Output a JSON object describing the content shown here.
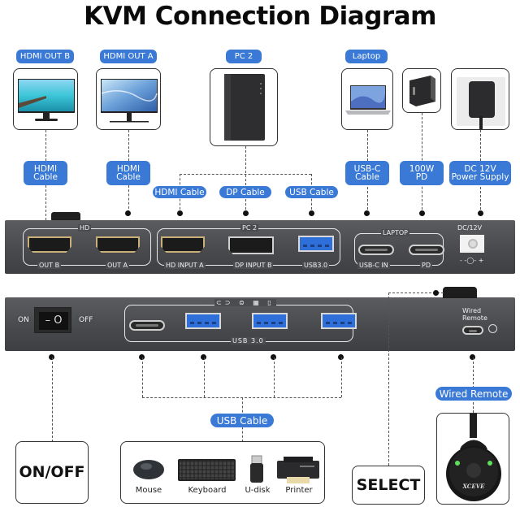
{
  "title": "KVM Connection Diagram",
  "colors": {
    "accent": "#3a7ad6",
    "panel": "#4b4c50",
    "usb_blue": "#2f6fd9",
    "led_green": "#5ee05a"
  },
  "top_devices": [
    {
      "label": "HDMI OUT B",
      "icon": "monitor-icon",
      "cable": "HDMI\nCable"
    },
    {
      "label": "HDMI OUT A",
      "icon": "monitor-icon",
      "cable": "HDMI\nCable"
    },
    {
      "label": "PC 2",
      "icon": "desktop-tower-icon",
      "cables": [
        "HDMI Cable",
        "DP Cable",
        "USB Cable"
      ]
    },
    {
      "label": "Laptop",
      "icon": "laptop-icon",
      "cable": "USB-C\nCable"
    },
    {
      "label": "",
      "icon": "charger-icon",
      "cable": "100W\nPD"
    },
    {
      "label": "",
      "icon": "power-adapter-icon",
      "cable": "DC 12V\nPower Supply"
    }
  ],
  "rear_panel": {
    "groups": {
      "hd": {
        "label": "HD",
        "ports": [
          "OUT B",
          "OUT A"
        ]
      },
      "pc2": {
        "label": "PC 2",
        "ports": [
          "HD INPUT A",
          "DP INPUT B",
          "USB3.0"
        ]
      },
      "laptop": {
        "label": "LAPTOP",
        "ports": [
          "USB-C IN",
          "PD"
        ]
      }
    },
    "power_label": "DC/12V",
    "polarity": "- -◯- +"
  },
  "front_panel": {
    "switch_on": "ON",
    "switch_off": "OFF",
    "usb_label": "USB 3.0",
    "remote_label": "Wired\nRemote"
  },
  "bottom": {
    "onoff": "ON/OFF",
    "usb_cable": "USB Cable",
    "peripherals": [
      "Mouse",
      "Keyboard",
      "U-disk",
      "Printer"
    ],
    "select": "SELECT",
    "wired_remote": "Wired Remote",
    "remote_brand": "XCEVE"
  }
}
